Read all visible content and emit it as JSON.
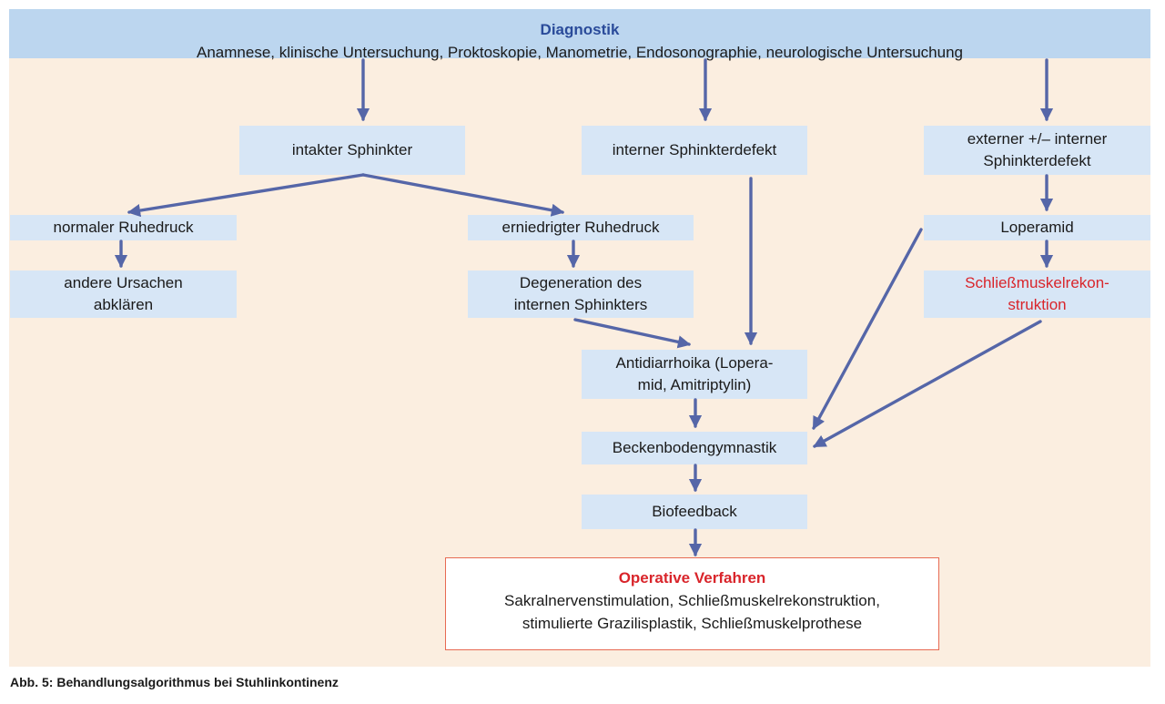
{
  "header": {
    "title": "Diagnostik",
    "subtitle": "Anamnese, klinische Untersuchung, Proktoskopie, Manometrie, Endosonographie, neurologische Untersuchung"
  },
  "nodes": {
    "intakter": "intakter Sphinkter",
    "interner_defekt": "interner Sphinkterdefekt",
    "externer_line1": "externer +/– interner",
    "externer_line2": "Sphinkterdefekt",
    "normaler": "normaler Ruhedruck",
    "erniedrigter": "erniedrigter Ruhedruck",
    "loperamid": "Loperamid",
    "andere_line1": "andere Ursachen",
    "andere_line2": "abklären",
    "degeneration_line1": "Degeneration des",
    "degeneration_line2": "internen Sphinkters",
    "schliess_line1": "Schließmuskelrekon-",
    "schliess_line2": "struktion",
    "antidiarrhoika_line1": "Antidiarrhoika (Lopera-",
    "antidiarrhoika_line2": "mid, Amitriptylin)",
    "becken": "Beckenbodengymnastik",
    "biofeedback": "Biofeedback"
  },
  "operative": {
    "title": "Operative Verfahren",
    "line1": "Sakralnervenstimulation, Schließmuskelrekonstruktion,",
    "line2": "stimulierte Grazilisplastik, Schließmuskelprothese"
  },
  "caption": "Abb. 5: Behandlungsalgorithmus bei Stuhlinkontinenz",
  "colors": {
    "panel_bg": "#fbeee0",
    "header_bg": "#bcd6ef",
    "box_bg": "#d7e6f6",
    "arrow": "#5566a8",
    "title_blue": "#2a4b9a",
    "accent_red": "#d9252b",
    "op_border": "#e76a53"
  }
}
